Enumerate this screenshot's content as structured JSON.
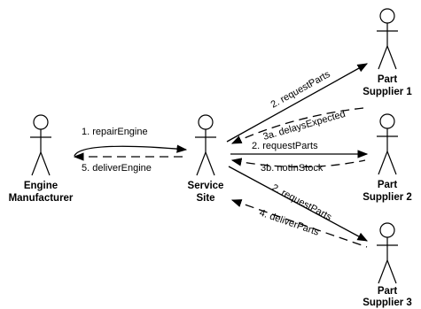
{
  "actors": {
    "manufacturer": {
      "line1": "Engine",
      "line2": "Manufacturer"
    },
    "service": {
      "line1": "Service",
      "line2": "Site"
    },
    "supplier1": {
      "line1": "Part",
      "line2": "Supplier 1"
    },
    "supplier2": {
      "line1": "Part",
      "line2": "Supplier 2"
    },
    "supplier3": {
      "line1": "Part",
      "line2": "Supplier 3"
    }
  },
  "messages": {
    "repair_engine": "1. repairEngine",
    "deliver_engine": "5. deliverEngine",
    "request_parts_1": "2. requestParts",
    "delays_expected": "3a. delaysExpected",
    "request_parts_2": "2. requestParts",
    "not_in_stock": "3b. notInStock",
    "request_parts_3": "2. requestParts",
    "deliver_parts": "4. deliverParts"
  }
}
